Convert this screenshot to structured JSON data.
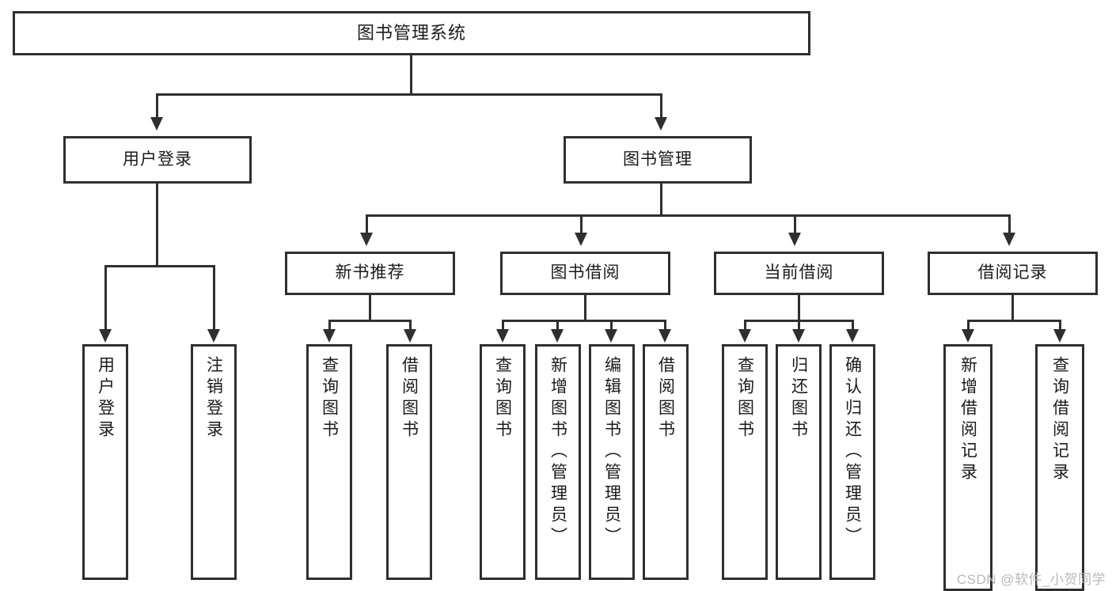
{
  "diagram": {
    "type": "tree",
    "title": "图书管理系统",
    "root": {
      "label": "图书管理系统"
    },
    "level1": [
      {
        "label": "用户登录"
      },
      {
        "label": "图书管理"
      }
    ],
    "level2": [
      {
        "label": "新书推荐"
      },
      {
        "label": "图书借阅"
      },
      {
        "label": "当前借阅"
      },
      {
        "label": "借阅记录"
      }
    ],
    "leaves": {
      "user_login": [
        {
          "label": "用户登录"
        },
        {
          "label": "注销登录"
        }
      ],
      "new_book_recommend": [
        {
          "label": "查询图书"
        },
        {
          "label": "借阅图书"
        }
      ],
      "book_borrow": [
        {
          "label": "查询图书"
        },
        {
          "label": "新增图书（管理员）"
        },
        {
          "label": "编辑图书（管理员）"
        },
        {
          "label": "借阅图书"
        }
      ],
      "current_borrow": [
        {
          "label": "查询图书"
        },
        {
          "label": "归还图书"
        },
        {
          "label": "确认归还（管理员）"
        }
      ],
      "borrow_record": [
        {
          "label": "新增借阅记录"
        },
        {
          "label": "查询借阅记录"
        }
      ]
    }
  },
  "watermark": {
    "text": "CSDN @软件_小贺同学"
  },
  "colors": {
    "border": "#2f2f2f",
    "background": "#ffffff",
    "text": "#1a1a1a",
    "watermark": "#b8b8b8"
  }
}
